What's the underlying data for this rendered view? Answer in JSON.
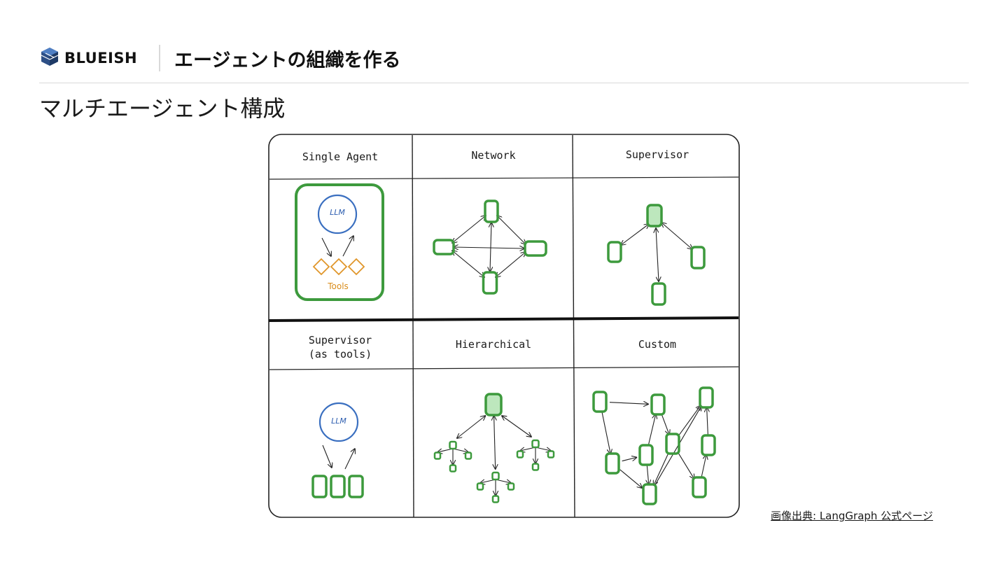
{
  "header": {
    "brand": "BLUEISH",
    "title": "エージェントの組織を作る"
  },
  "page": {
    "title": "マルチエージェント構成"
  },
  "diagram": {
    "cells": {
      "single_agent": "Single Agent",
      "network": "Network",
      "supervisor": "Supervisor",
      "supervisor_tools": "Supervisor\n(as tools)",
      "hierarchical": "Hierarchical",
      "custom": "Custom"
    },
    "llm_label": "LLM",
    "tools_label": "Tools"
  },
  "credit": {
    "text": "画像出典: LangGraph 公式ページ"
  },
  "colors": {
    "node_stroke": "#3d9a3d",
    "node_fill_highlight": "#bde7bd",
    "llm_circle": "#3a6fc0",
    "tools": "#e0962a",
    "grid": "#222222"
  },
  "icons": {
    "logo": "blueish-cube-logo"
  }
}
